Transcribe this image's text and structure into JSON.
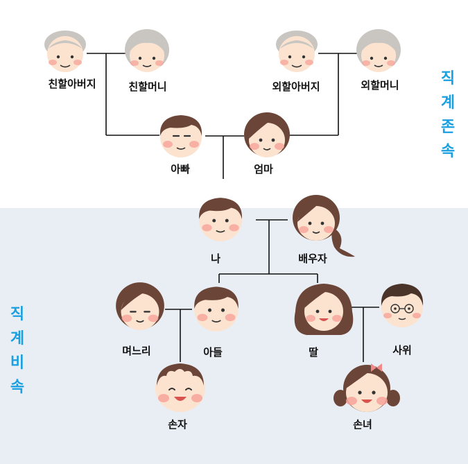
{
  "colors": {
    "title": "#1aa0e0",
    "band": "#e9eef5",
    "line": "#111111",
    "skin": "#fbe3cf",
    "cheek": "#f7a39a",
    "hair_dark": "#6b4638",
    "hair_gray": "#c9c6c2"
  },
  "titles": {
    "ascendant": "직계존속",
    "descendant": "직계비속"
  },
  "people": {
    "paternal_grandfather": {
      "label": "친할아버지",
      "icon": "grandfather-face-icon"
    },
    "paternal_grandmother": {
      "label": "친할머니",
      "icon": "grandmother-face-icon"
    },
    "maternal_grandfather": {
      "label": "외할아버지",
      "icon": "grandfather-face-icon"
    },
    "maternal_grandmother": {
      "label": "외할머니",
      "icon": "grandmother-face-icon"
    },
    "father": {
      "label": "아빠",
      "icon": "man-face-icon"
    },
    "mother": {
      "label": "엄마",
      "icon": "woman-face-icon"
    },
    "me": {
      "label": "나",
      "icon": "man-face-icon"
    },
    "spouse": {
      "label": "배우자",
      "icon": "woman-ponytail-face-icon"
    },
    "daughter_in_law": {
      "label": "며느리",
      "icon": "woman-face-icon"
    },
    "son": {
      "label": "아들",
      "icon": "man-face-icon"
    },
    "daughter": {
      "label": "딸",
      "icon": "woman-long-hair-face-icon"
    },
    "son_in_law": {
      "label": "사위",
      "icon": "man-glasses-face-icon"
    },
    "grandson": {
      "label": "손자",
      "icon": "baby-face-icon"
    },
    "granddaughter": {
      "label": "손녀",
      "icon": "girl-pigtails-face-icon"
    }
  }
}
